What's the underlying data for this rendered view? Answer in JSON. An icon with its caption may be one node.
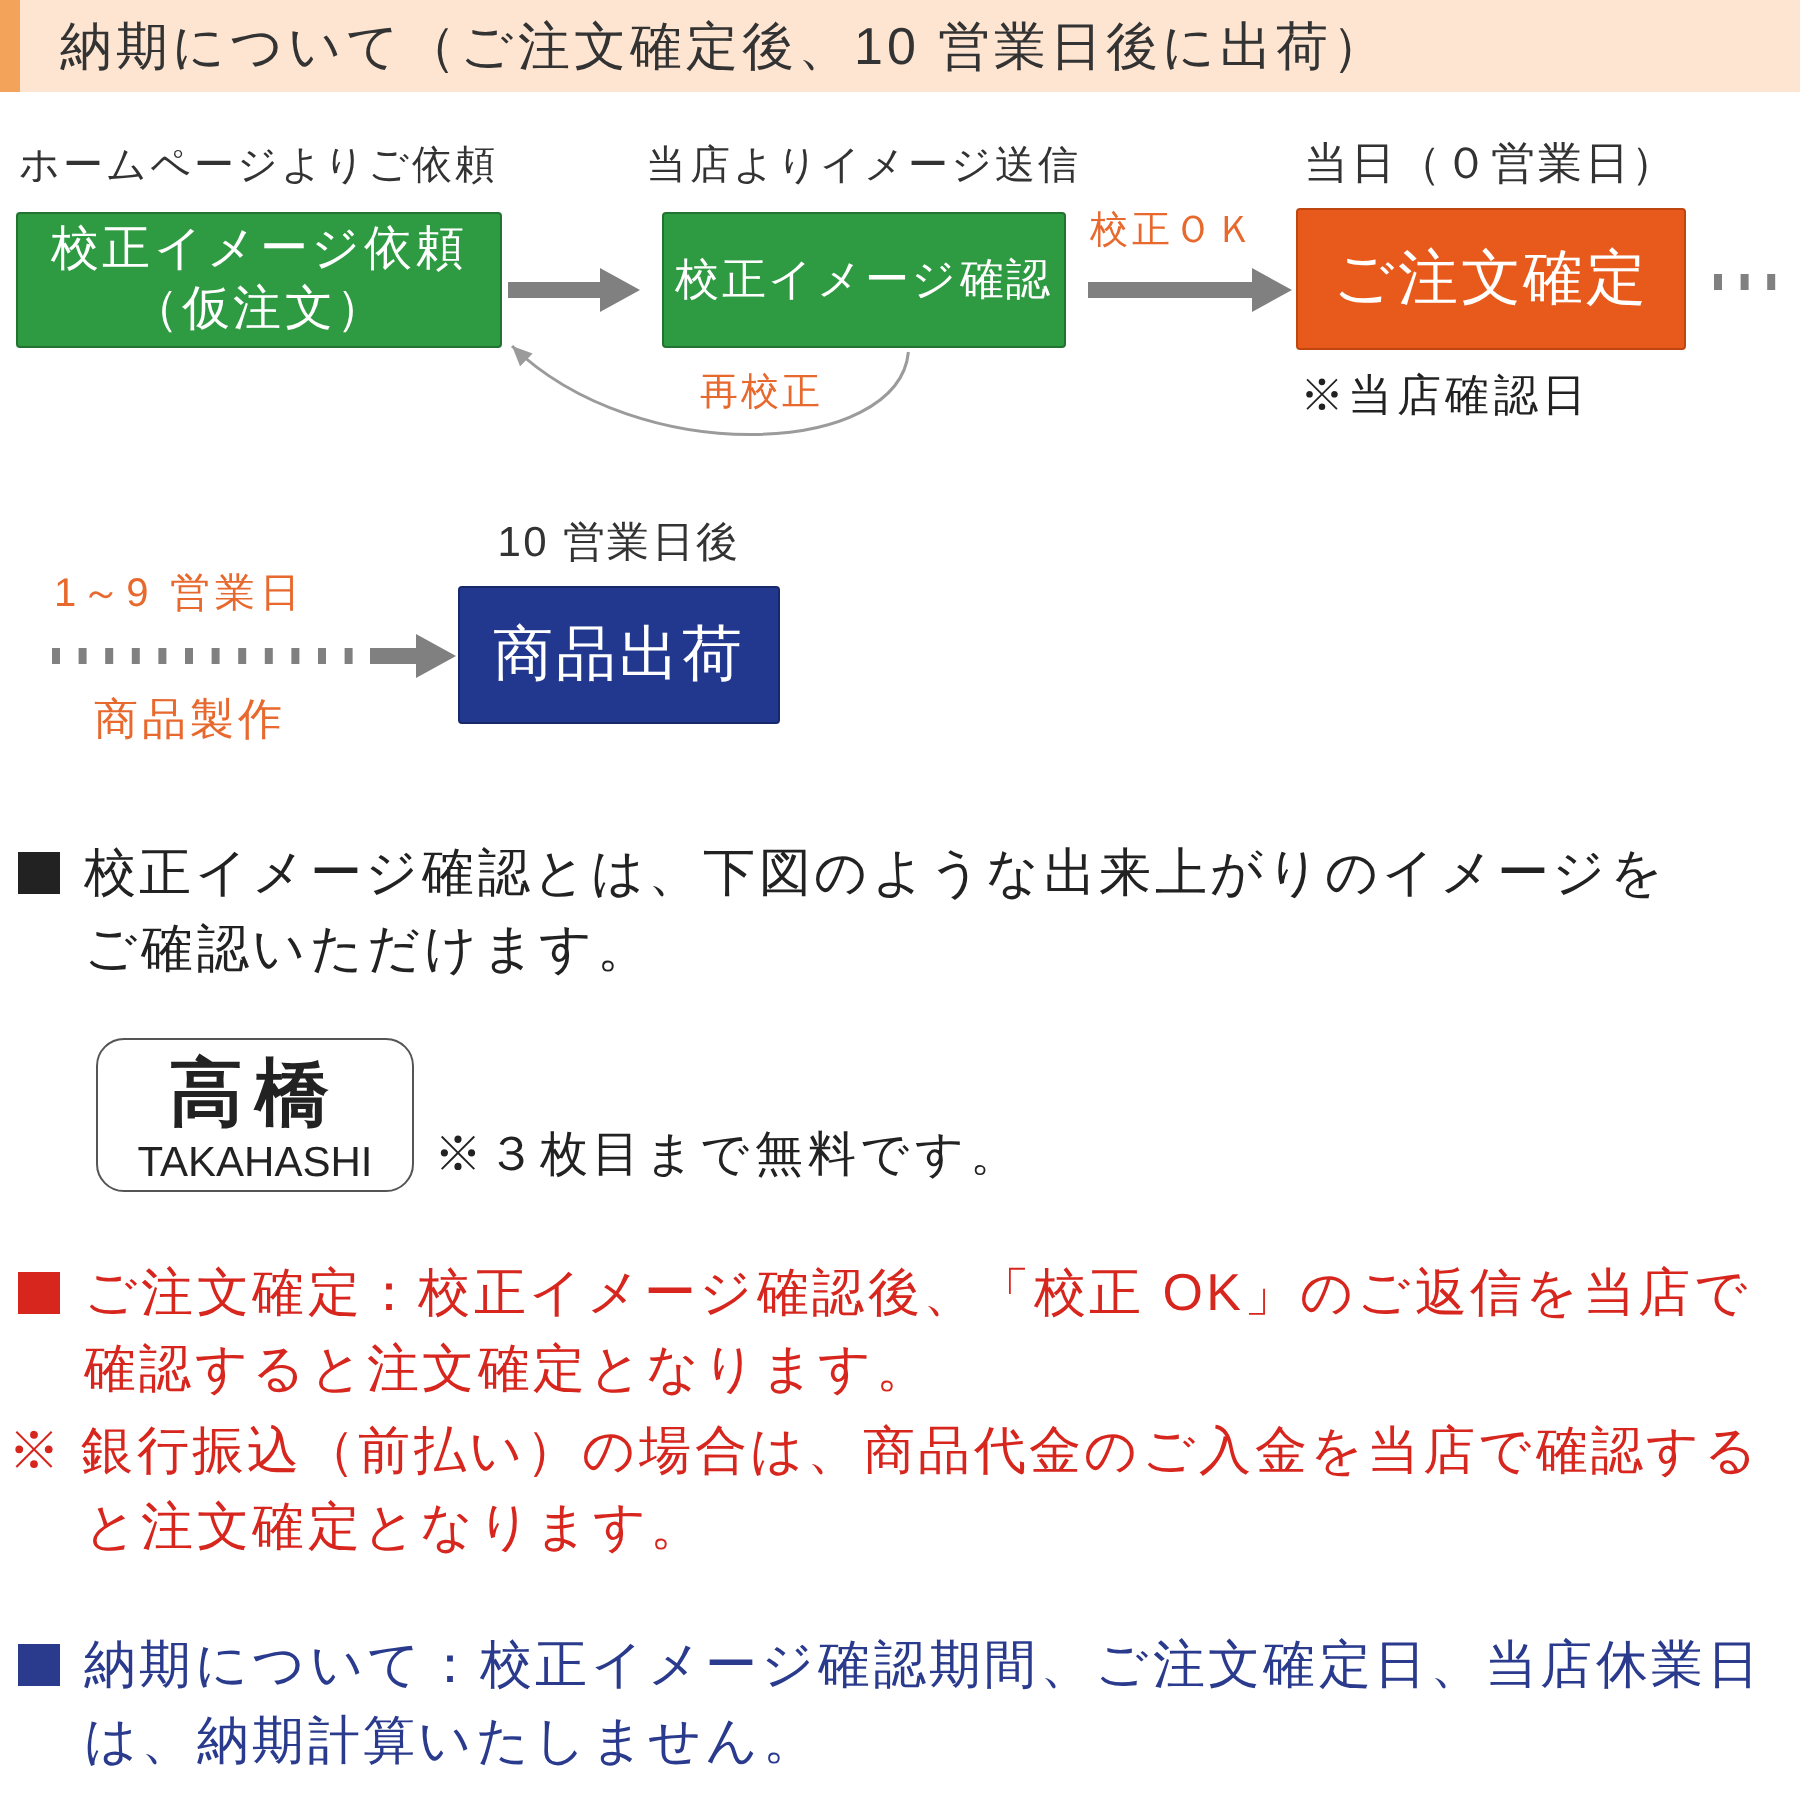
{
  "diagram": {
    "title": "納期について（ご注文確定後、10 営業日後に出荷）",
    "nodes": [
      {
        "text": [
          "ホームページよりご依頼",
          "校正イメージ依頼（仮注文）"
        ]
      },
      {
        "text": [
          "当店よりイメージ送信",
          "校正イメージ確認"
        ]
      },
      {
        "text": [
          "当日（０営業日）",
          "ご注文確定"
        ],
        "beside": [
          "※当店確認日"
        ]
      },
      {
        "text": [
          "10 営業日後",
          "商品出荷"
        ]
      },
      {
        "text": [
          "高橋",
          "TAKAHASHI"
        ],
        "beside": [
          "※３枚目まで無料です。"
        ]
      }
    ],
    "edges": [
      {
        "from": 0,
        "to": 1,
        "arrow": "to"
      },
      {
        "from": 1,
        "to": 2,
        "arrow": "to",
        "label": "校正ＯＫ"
      },
      {
        "from": 1,
        "to": 0,
        "arrow": "to",
        "label": "再校正"
      },
      {
        "from": 2,
        "to": null,
        "arrow": "none",
        "style": "dashed"
      },
      {
        "from": null,
        "to": 3,
        "arrow": "to",
        "label": "1～9 営業日",
        "style": "dashed"
      }
    ],
    "labels": [
      "商品製作",
      "校正イメージ確認とは、下図のような出来上がりのイメージをご確認いただけます。",
      "ご注文確定：校正イメージ確認後、「校正 OK」のご返信を当店で確認すると注文確定となります。",
      "※ 銀行振込（前払い）の場合は、商品代金のご入金を当店で確認すると注文確定となります。",
      "納期について：校正イメージ確認期間、ご注文確定日、当店休業日は、納期計算いたしません。"
    ]
  }
}
